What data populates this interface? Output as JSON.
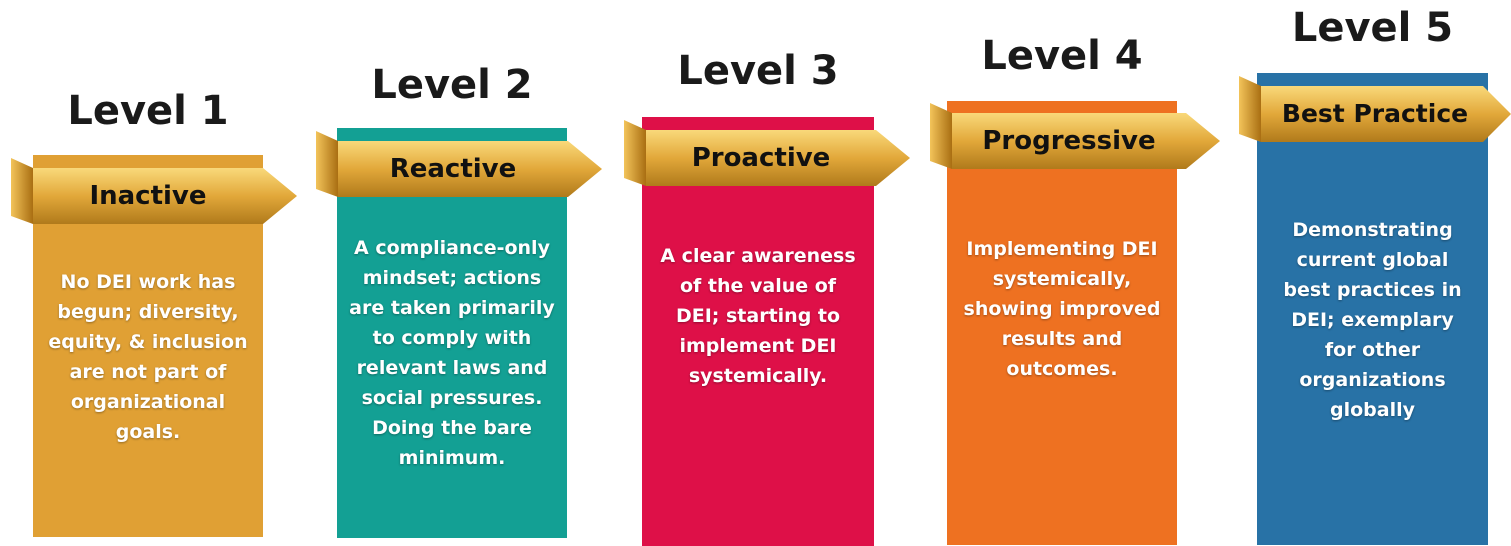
{
  "colors": {
    "level1": "#E0A034",
    "level2": "#13A094",
    "level3": "#DE1048",
    "level4": "#EE7121",
    "level5": "#2872A6",
    "ribbon_gold_light": "#F9D97A",
    "ribbon_gold_mid": "#E2A83A",
    "ribbon_gold_dark": "#A96E12"
  },
  "levels": [
    {
      "title": "Level 1",
      "label": "Inactive",
      "description": "No DEI work has begun; diversity, equity, & inclusion are not part of organizational goals."
    },
    {
      "title": "Level 2",
      "label": "Reactive",
      "description": "A compliance-only mindset; actions are taken primarily to comply with relevant laws and social pressures. Doing the bare minimum."
    },
    {
      "title": "Level 3",
      "label": "Proactive",
      "description": "A clear awareness of the value of DEI; starting to implement DEI systemically."
    },
    {
      "title": "Level 4",
      "label": "Progressive",
      "description": "Implementing DEI systemically, showing improved results and outcomes."
    },
    {
      "title": "Level 5",
      "label": "Best Practice",
      "description": "Demonstrating current global best practices in DEI; exemplary for other organizations globally"
    }
  ]
}
